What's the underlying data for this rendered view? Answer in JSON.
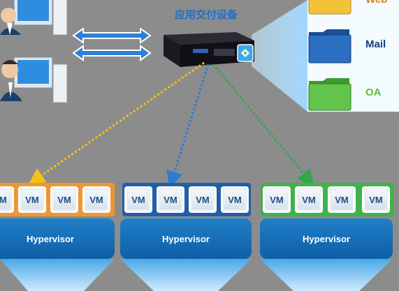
{
  "title": "应用交付设备",
  "folders": [
    {
      "label": "Web",
      "color": "#e07b17",
      "fill": "#f2c23a"
    },
    {
      "label": "Mail",
      "color": "#123d7a",
      "fill": "#2a6fc1"
    },
    {
      "label": "OA",
      "color": "#5cbf3a",
      "fill": "#62c44a"
    }
  ],
  "groups": [
    {
      "color": "#f0962e",
      "hypervisor_label": "Hypervisor",
      "vms": [
        "VM",
        "VM",
        "VM",
        "VM"
      ]
    },
    {
      "color": "#1e5fa8",
      "hypervisor_label": "Hypervisor",
      "vms": [
        "VM",
        "VM",
        "VM",
        "VM"
      ]
    },
    {
      "color": "#3fb24a",
      "hypervisor_label": "Hypervisor",
      "vms": [
        "VM",
        "VM",
        "VM",
        "VM"
      ]
    }
  ],
  "connections": [
    {
      "color": "#f5c218",
      "style": "dotted-arrow"
    },
    {
      "color": "#2a7dd1",
      "style": "dotted-arrow"
    },
    {
      "color": "#2fa84a",
      "style": "dotted-arrow"
    }
  ]
}
